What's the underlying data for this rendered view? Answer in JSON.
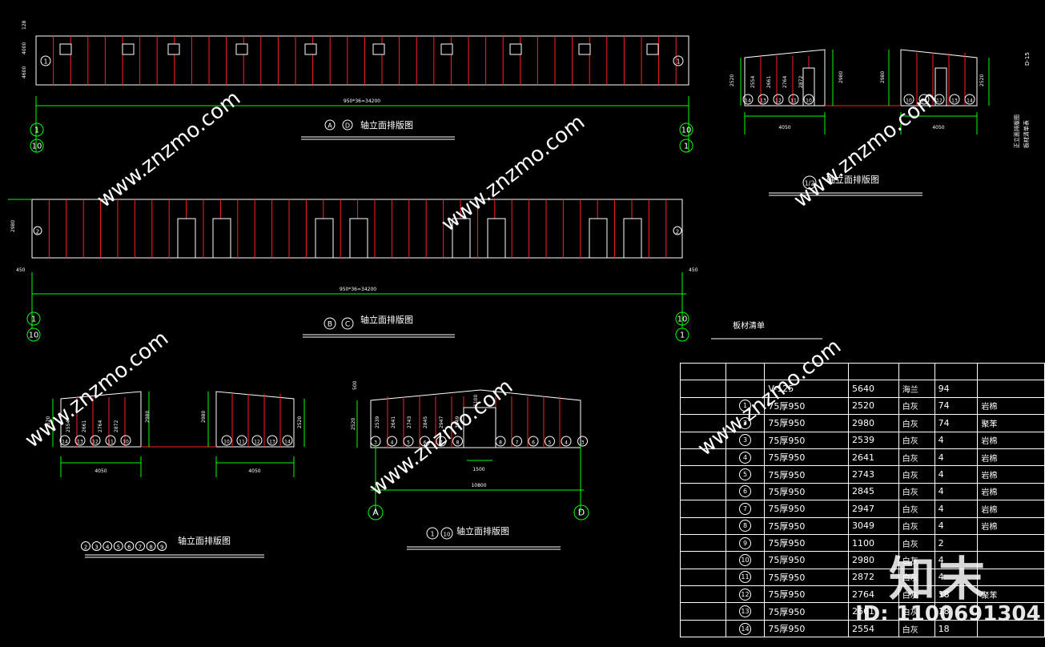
{
  "drawing": {
    "elev_top": {
      "title": "A D 轴立面排版图",
      "title_a": "A",
      "title_b": "D",
      "title_suffix": "轴立面排版图",
      "dim_total": "950*36=34200",
      "dim_h1": "128",
      "dim_h2": "4000",
      "dim_h3": "4600",
      "axis_left_top": "1",
      "axis_left_bottom": "10",
      "axis_right_top": "10",
      "axis_right_bottom": "1",
      "panel_tag_left": "1",
      "panel_tag_right": "1"
    },
    "elev_mid": {
      "title_a": "B",
      "title_b": "C",
      "title_suffix": "轴立面排版图",
      "dim_total": "950*36=34200",
      "dim_h": "2980",
      "dim_left": "450",
      "dim_right": "450",
      "axis_left_top": "1",
      "axis_left_bottom": "10",
      "axis_right_top": "10",
      "axis_right_bottom": "1",
      "panel_tag_left": "2",
      "panel_tag_right": "2"
    },
    "gable_top": {
      "title_a": "1/2",
      "title_suffix": "轴立面排版图",
      "left_heights": [
        "2554",
        "2661",
        "2764",
        "2872"
      ],
      "left_dim_h": "2520",
      "left_dim_r": "2980",
      "left_tags": [
        "14",
        "13",
        "12",
        "11",
        "10"
      ],
      "right_tags": [
        "10",
        "11",
        "12",
        "13",
        "14"
      ],
      "right_dim_l": "2980",
      "right_dim_r": "2520",
      "width_left": "4050",
      "width_right": "4050",
      "side_note_1": "D-15",
      "side_note_2": "正立面排版图\n板材清单表"
    },
    "gable_left": {
      "title_circles": [
        "2",
        "3",
        "4",
        "5",
        "6",
        "7",
        "8",
        "9"
      ],
      "title_suffix": "轴立面排版图",
      "left_heights": [
        "2554",
        "2661",
        "2764",
        "2872"
      ],
      "left_dim_h": "2520",
      "left_dim_r": "2980",
      "right_dim_l": "2980",
      "right_dim_r": "2520",
      "left_tags": [
        "14",
        "13",
        "12",
        "11",
        "10"
      ],
      "right_tags": [
        "10",
        "11",
        "12",
        "13",
        "14"
      ],
      "width_left": "4050",
      "width_right": "4050"
    },
    "gable_mid": {
      "title_a": "1",
      "title_b": "10",
      "title_suffix": "轴立面排版图",
      "heights": [
        "2539",
        "2641",
        "2743",
        "2845",
        "2947",
        "3049"
      ],
      "dim_top": "500",
      "dim_h": "2520",
      "door_w": "1500",
      "door_h": "1100",
      "width_total": "10800",
      "axis_left": "A",
      "axis_right": "D",
      "tags_left": [
        "3",
        "4",
        "5",
        "6",
        "7",
        "8"
      ],
      "tags_right": [
        "8",
        "7",
        "6",
        "5",
        "4",
        "3"
      ]
    }
  },
  "table": {
    "title": "板材清单",
    "rows": [
      {
        "no": "",
        "spec": "V-125",
        "len": "5640",
        "color": "海兰",
        "qty": "94",
        "note": ""
      },
      {
        "no": "1",
        "spec": "75厚950",
        "len": "2520",
        "color": "白灰",
        "qty": "74",
        "note": "岩棉"
      },
      {
        "no": "2",
        "spec": "75厚950",
        "len": "2980",
        "color": "白灰",
        "qty": "74",
        "note": "聚苯"
      },
      {
        "no": "3",
        "spec": "75厚950",
        "len": "2539",
        "color": "白灰",
        "qty": "4",
        "note": "岩棉"
      },
      {
        "no": "4",
        "spec": "75厚950",
        "len": "2641",
        "color": "白灰",
        "qty": "4",
        "note": "岩棉"
      },
      {
        "no": "5",
        "spec": "75厚950",
        "len": "2743",
        "color": "白灰",
        "qty": "4",
        "note": "岩棉"
      },
      {
        "no": "6",
        "spec": "75厚950",
        "len": "2845",
        "color": "白灰",
        "qty": "4",
        "note": "岩棉"
      },
      {
        "no": "7",
        "spec": "75厚950",
        "len": "2947",
        "color": "白灰",
        "qty": "4",
        "note": "岩棉"
      },
      {
        "no": "8",
        "spec": "75厚950",
        "len": "3049",
        "color": "白灰",
        "qty": "4",
        "note": "岩棉"
      },
      {
        "no": "9",
        "spec": "75厚950",
        "len": "1100",
        "color": "白灰",
        "qty": "2",
        "note": ""
      },
      {
        "no": "10",
        "spec": "75厚950",
        "len": "2980",
        "color": "白灰",
        "qty": "4",
        "note": ""
      },
      {
        "no": "11",
        "spec": "75厚950",
        "len": "2872",
        "color": "白灰",
        "qty": "4",
        "note": ""
      },
      {
        "no": "12",
        "spec": "75厚950",
        "len": "2764",
        "color": "白灰",
        "qty": "18",
        "note": "聚苯"
      },
      {
        "no": "13",
        "spec": "75厚950",
        "len": "2661",
        "color": "白灰",
        "qty": "18",
        "note": ""
      },
      {
        "no": "14",
        "spec": "75厚950",
        "len": "2554",
        "color": "白灰",
        "qty": "18",
        "note": ""
      }
    ]
  },
  "watermark": {
    "logo": "知末",
    "id_text": "ID: 1100691304",
    "site": "www.znzmo.com"
  },
  "colors": {
    "background": "#000000",
    "outline": "#ffffff",
    "panel_line": "#ff2020",
    "dimension": "#00ff00"
  }
}
